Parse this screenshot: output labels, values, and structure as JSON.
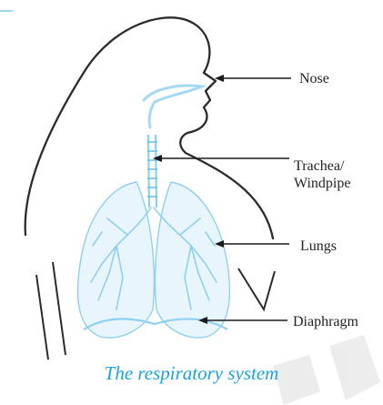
{
  "labels": {
    "nose": "Nose",
    "trachea_line1": "Trachea/",
    "trachea_line2": "Windpipe",
    "lungs": "Lungs",
    "diaphragm": "Diaphragm"
  },
  "caption": "The respiratory system",
  "colors": {
    "outline": "#2b2b2b",
    "airway": "#8fd0ef",
    "lung_fill": "#e8f5fc",
    "caption": "#1aa3d9"
  }
}
